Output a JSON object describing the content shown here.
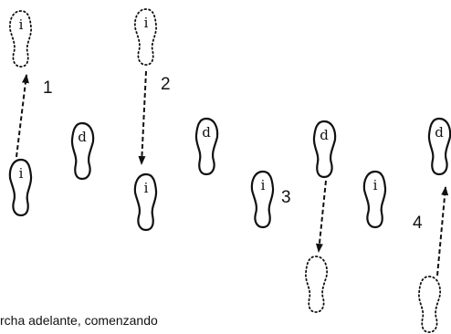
{
  "footprints": {
    "left_letter": "i",
    "right_letter": "d"
  },
  "steps": {
    "s1": "1",
    "s2": "2",
    "s3": "3",
    "s4": "4"
  },
  "caption": "rcha adelante, comenzando",
  "colors": {
    "ink": "#111111",
    "background": "#ffffff"
  }
}
